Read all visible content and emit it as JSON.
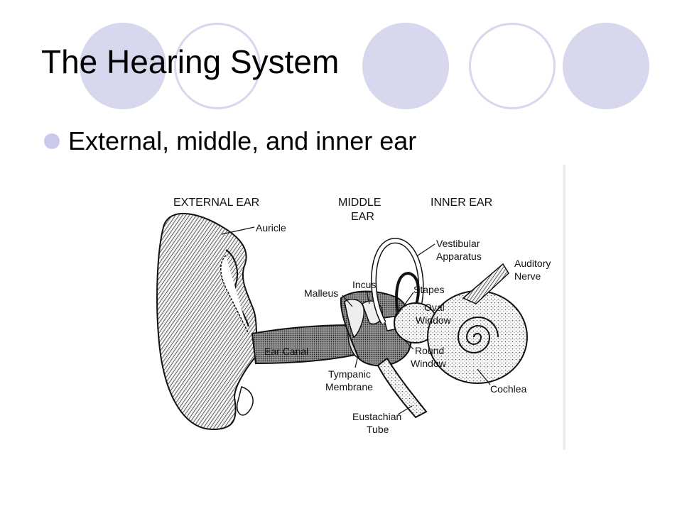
{
  "slide": {
    "title": "The Hearing System",
    "bullets": [
      "External, middle, and inner ear"
    ],
    "accent_color": "#d7d7ee"
  },
  "diagram": {
    "section_headers": {
      "external": "EXTERNAL EAR",
      "middle_line1": "MIDDLE",
      "middle_line2": "EAR",
      "inner": "INNER EAR"
    },
    "labels": {
      "auricle": "Auricle",
      "vestibular_1": "Vestibular",
      "vestibular_2": "Apparatus",
      "auditory_1": "Auditory",
      "auditory_2": "Nerve",
      "incus": "Incus",
      "malleus": "Malleus",
      "stapes": "Stapes",
      "oval_1": "Oval",
      "oval_2": "Window",
      "ear_canal": "Ear Canal",
      "round_1": "Round",
      "round_2": "Window",
      "tympanic_1": "Tympanic",
      "tympanic_2": "Membrane",
      "cochlea": "Cochlea",
      "eustachian_1": "Eustachian",
      "eustachian_2": "Tube"
    }
  }
}
